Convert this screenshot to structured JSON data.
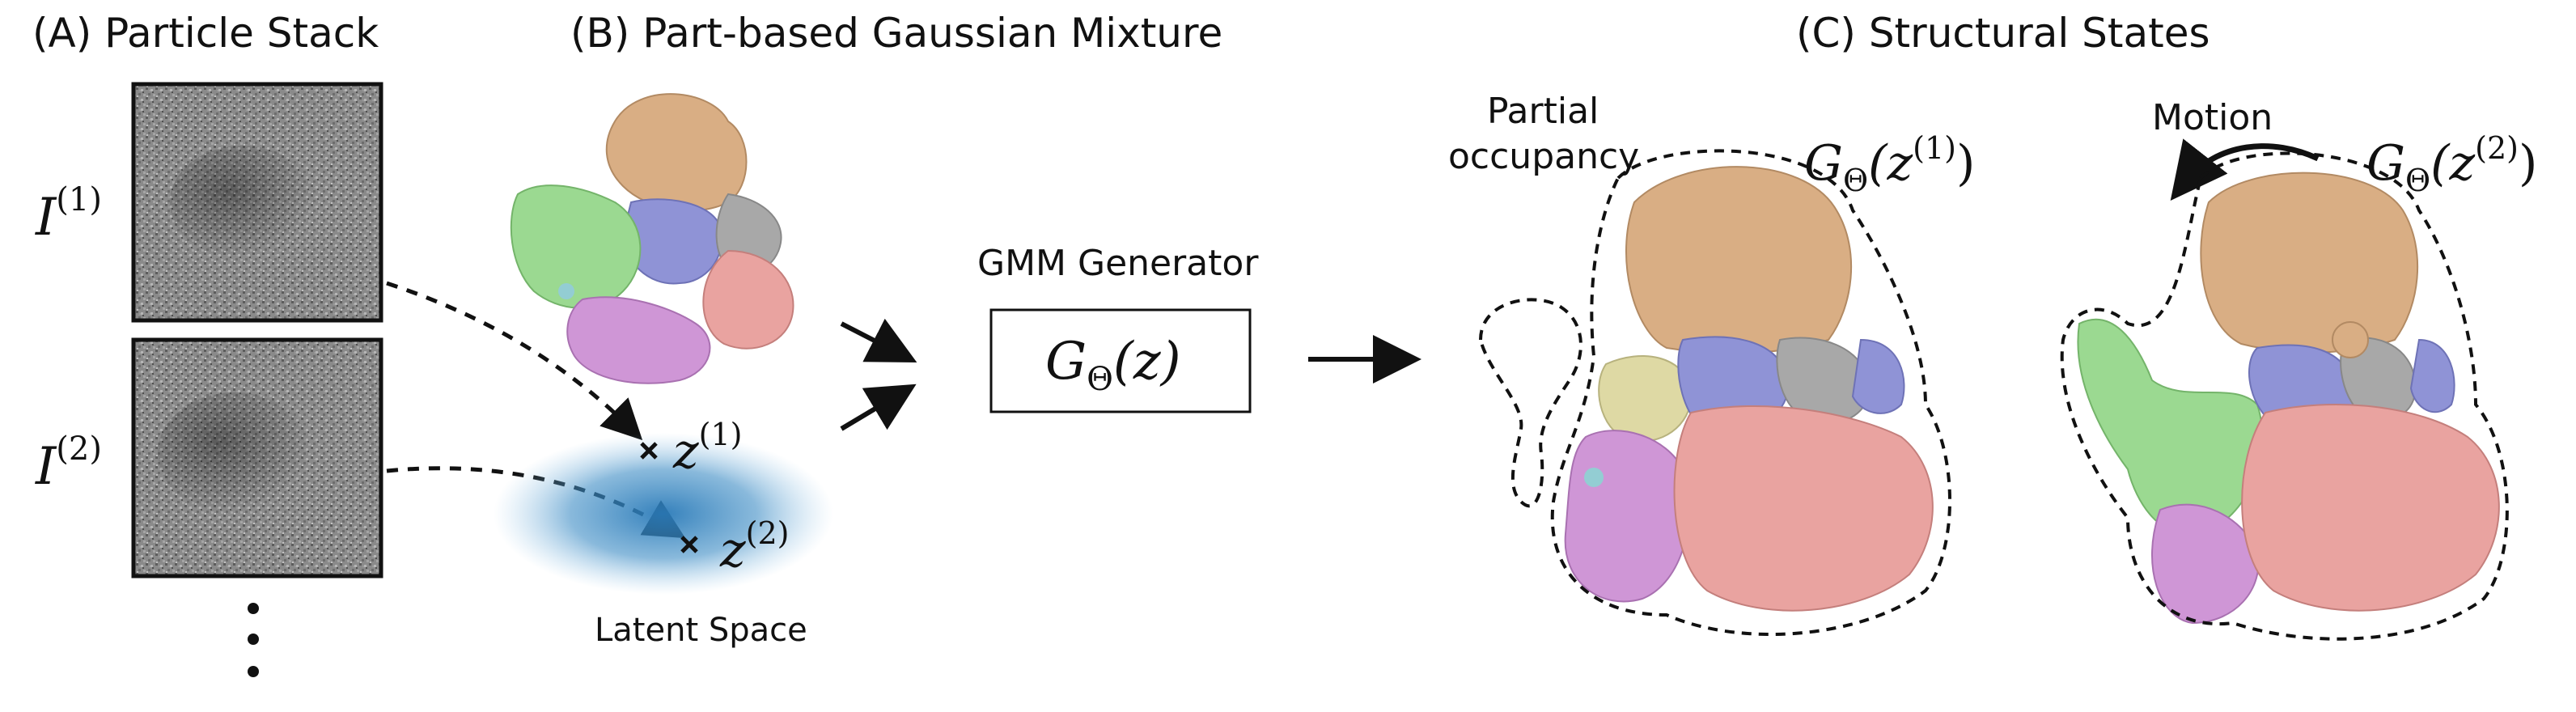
{
  "panels": {
    "a_title": "(A) Particle Stack",
    "b_title": "(B) Part-based Gaussian Mixture",
    "c_title": "(C) Structural States"
  },
  "stack": {
    "image1": {
      "base": "I",
      "sup": "(1)"
    },
    "image2": {
      "base": "I",
      "sup": "(2)"
    }
  },
  "latent": {
    "caption": "Latent Space",
    "point1": {
      "base": "z",
      "sup": "(1)"
    },
    "point2": {
      "base": "z",
      "sup": "(2)"
    },
    "cloud_color": "#3b8bc4"
  },
  "generator": {
    "title": "GMM Generator",
    "box": {
      "func": "G",
      "sub": "Θ",
      "arg": "(z)"
    }
  },
  "states": {
    "annotation_partial": [
      "Partial",
      "occupancy"
    ],
    "annotation_motion": "Motion",
    "state1": {
      "func": "G",
      "sub": "Θ",
      "open": "(z",
      "sup": "(1)",
      "close": ")"
    },
    "state2": {
      "func": "G",
      "sub": "Θ",
      "open": "(z",
      "sup": "(2)",
      "close": ")"
    }
  },
  "part_colors": {
    "tan": "#d9ae84",
    "green": "#9bd991",
    "pink": "#e9a3a0",
    "purple": "#cf96d6",
    "blue": "#8f93d6",
    "gray": "#a8a8a8",
    "yellow": "#ded9a4",
    "cyan": "#93cdd3"
  }
}
